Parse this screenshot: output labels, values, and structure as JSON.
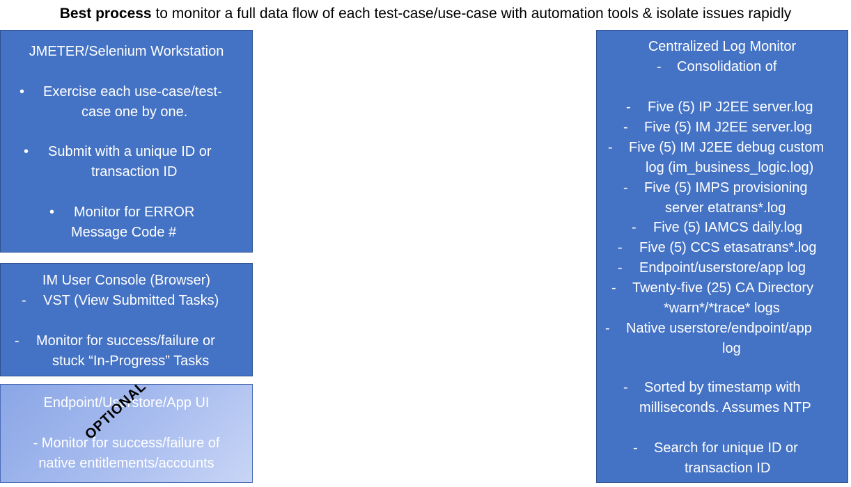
{
  "title": {
    "bold": "Best process",
    "rest": " to monitor a full data flow of each test-case/use-case with automation tools & isolate issues rapidly"
  },
  "jmeter_box": {
    "heading": "JMETER/Selenium Workstation",
    "bullet1_line1": "Exercise each use-case/test-",
    "bullet1_line2": "case one by one.",
    "bullet2_line1": "Submit with a unique ID or",
    "bullet2_line2": "transaction ID",
    "bullet3_line1": "Monitor for ERROR",
    "bullet3_line2": "Message Code #",
    "bullet_symbol": "•"
  },
  "console_box": {
    "heading": "IM User Console (Browser)",
    "item1": "VST (View Submitted Tasks)",
    "item2_line1": "Monitor for success/failure or",
    "item2_line2": "stuck “In-Progress” Tasks",
    "dash": "-"
  },
  "endpoint_box": {
    "heading": "Endpoint/Userstore/App UI",
    "item_line1": "- Monitor for success/failure of",
    "item_line2": "native entitlements/accounts",
    "stamp": "OPTIONAL"
  },
  "log_box": {
    "heading": "Centralized Log Monitor",
    "dash": "-",
    "consolidation": "Consolidation of",
    "logs": [
      "Five (5) IP J2EE server.log",
      "Five (5) IM J2EE server.log",
      "Five (5) IM J2EE debug custom",
      "log (im_business_logic.log)",
      "Five (5) IMPS provisioning",
      "server etatrans*.log",
      "Five (5) IAMCS daily.log",
      "Five (5) CCS etasatrans*.log",
      "Endpoint/userstore/app log",
      "Twenty-five (25) CA Directory",
      "*warn*/*trace* logs",
      "Native userstore/endpoint/app",
      "log"
    ],
    "sorted_line1": "Sorted by timestamp with",
    "sorted_line2": "milliseconds.  Assumes NTP",
    "search_line1": "Search for unique ID or",
    "search_line2": "transaction ID"
  }
}
